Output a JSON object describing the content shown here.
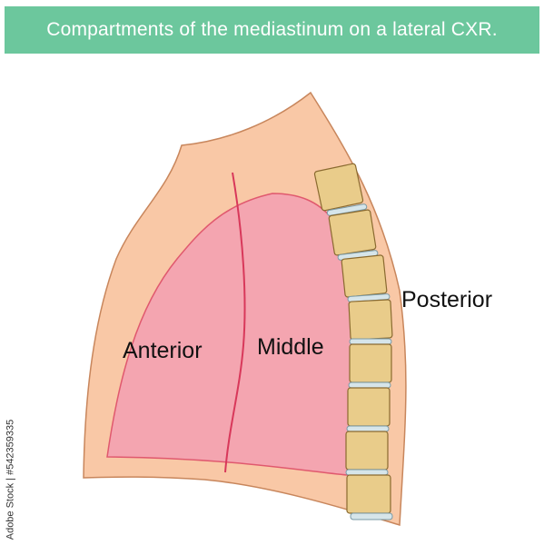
{
  "title": "Compartments of the mediastinum on a lateral CXR.",
  "labels": {
    "anterior": "Anterior",
    "middle": "Middle",
    "posterior": "Posterior"
  },
  "watermark": "Adobe Stock | #542359335",
  "colors": {
    "banner": "#6cc79d",
    "body": "#f9c8a6",
    "body_outline": "#c8865c",
    "lung": "#f4a5b0",
    "lung_outline": "#e0596e",
    "divider": "#d8385a",
    "vertebra": "#e9cc8a",
    "vertebra_outline": "#8a6a30",
    "disc": "#d6e5ea"
  }
}
